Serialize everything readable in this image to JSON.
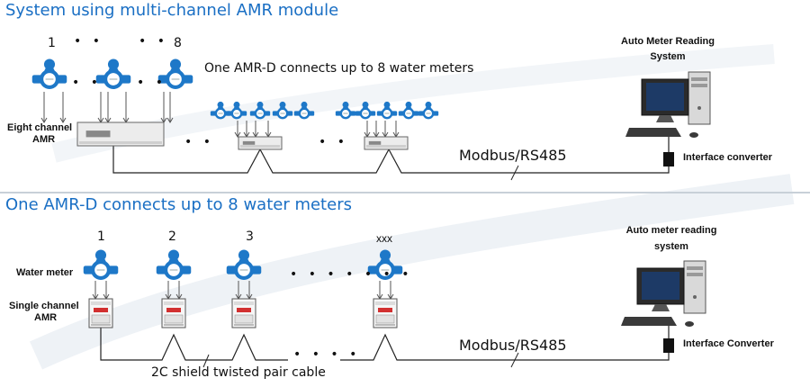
{
  "section1": {
    "heading": "System using multi-channel AMR module",
    "meter_first": "1",
    "meter_last": "8",
    "caption": "One AMR-D connects up to 8 water meters",
    "module_label_line1": "Eight channel",
    "module_label_line2": "AMR",
    "system_label_line1": "Auto Meter Reading",
    "system_label_line2": "System",
    "protocol": "Modbus/RS485",
    "converter": "Interface converter"
  },
  "section2": {
    "heading": "One AMR-D connects up to 8 water meters",
    "meter_numbers": [
      "1",
      "2",
      "3",
      "xxx"
    ],
    "water_meter_label": "Water meter",
    "module_label_line1": "Single channel",
    "module_label_line2": "AMR",
    "system_label_line1": "Auto meter reading",
    "system_label_line2": "system",
    "protocol": "Modbus/RS485",
    "converter": "Interface Converter",
    "cable": "2C shield twisted pair cable"
  },
  "colors": {
    "heading": "#1a6fc4",
    "meter": "#1e78c8",
    "line": "#222222",
    "divider": "#c8d0d8",
    "module_body": "#ececec",
    "display_red": "#d23030"
  }
}
